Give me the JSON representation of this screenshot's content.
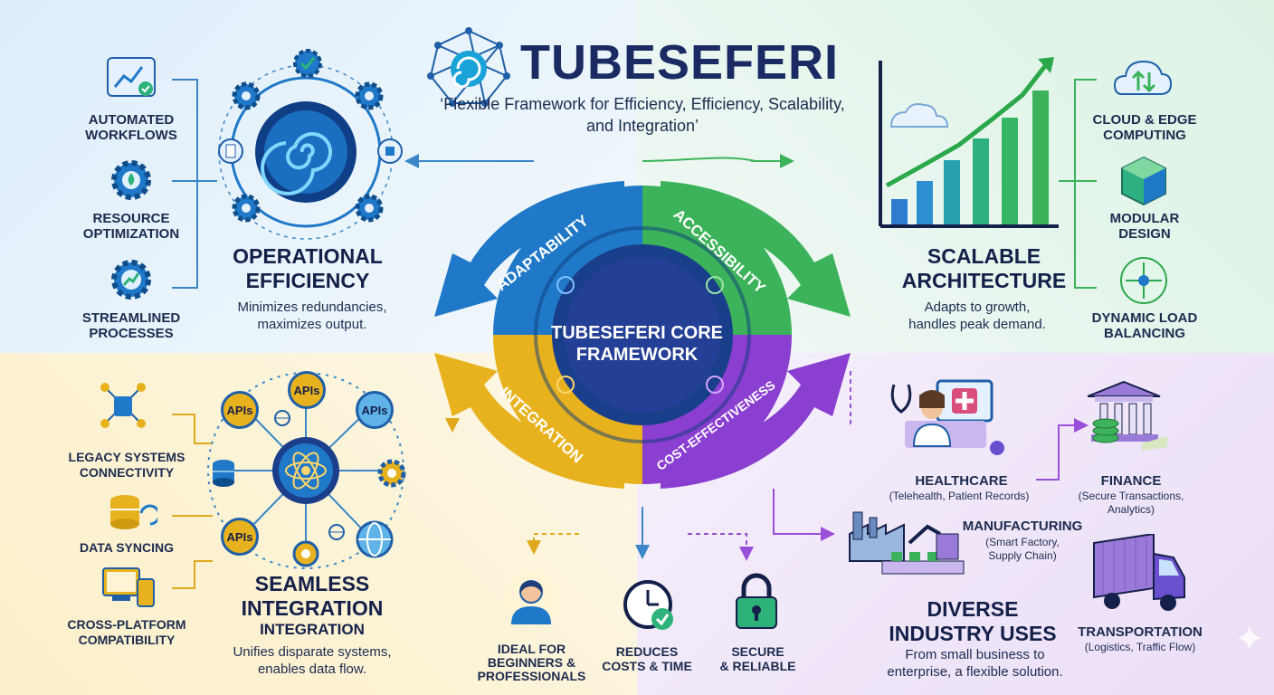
{
  "header": {
    "title": "TUBESEFERI",
    "subtitle": "‘Flexible Framework for Efficiency, Efficiency, Scalability, and Integration’"
  },
  "core": {
    "label": "TUBESEFERI CORE FRAMEWORK",
    "ring_labels": [
      "ADAPTABILITY",
      "ACCESSIBILITY",
      "INTEGRATION",
      "COST-EFFECTIVENESS"
    ]
  },
  "operational": {
    "title_1": "OPERATIONAL",
    "title_2": "EFFICIENCY",
    "desc_1": "Minimizes redundancies,",
    "desc_2": "maximizes output.",
    "items": [
      {
        "line1": "AUTOMATED",
        "line2": "WORKFLOWS"
      },
      {
        "line1": "RESOURCE",
        "line2": "OPTIMIZATION"
      },
      {
        "line1": "STREAMLINED",
        "line2": "PROCESSES"
      }
    ]
  },
  "scalable": {
    "title_1": "SCALABLE",
    "title_2": "ARCHITECTURE",
    "desc_1": "Adapts to growth,",
    "desc_2": "handles peak demand.",
    "items": [
      {
        "line1": "CLOUD & EDGE",
        "line2": "COMPUTING"
      },
      {
        "line1": "MODULAR",
        "line2": "DESIGN"
      },
      {
        "line1": "DYNAMIC LOAD",
        "line2": "BALANCING"
      }
    ]
  },
  "integration": {
    "title_1": "SEAMLESS",
    "title_2": "INTEGRATION",
    "title_3": "INTEGRATION",
    "desc_1": "Unifies disparate systems,",
    "desc_2": "enables data flow.",
    "api_label": "APIs",
    "items": [
      {
        "line1": "LEGACY SYSTEMS",
        "line2": "CONNECTIVITY"
      },
      {
        "line1": "DATA SYNCING",
        "line2": ""
      },
      {
        "line1": "CROSS-PLATFORM",
        "line2": "COMPATIBILITY"
      }
    ]
  },
  "benefits": [
    {
      "line1": "IDEAL FOR",
      "line2": "BEGINNERS &",
      "line3": "PROFESSIONALS"
    },
    {
      "line1": "REDUCES",
      "line2": "COSTS & TIME"
    },
    {
      "line1": "SECURE",
      "line2": "& RELIABLE"
    }
  ],
  "industry": {
    "title_1": "DIVERSE",
    "title_2": "INDUSTRY USES",
    "desc_1": "From small business to",
    "desc_2": "enterprise, a flexible solution.",
    "items": [
      {
        "name": "HEALTHCARE",
        "detail_1": "(Telehealth, Patient Records)"
      },
      {
        "name": "FINANCE",
        "detail_1": "(Secure Transactions,",
        "detail_2": "Analytics)"
      },
      {
        "name": "MANUFACTURING",
        "detail_1": "(Smart Factory,",
        "detail_2": "Supply Chain)"
      },
      {
        "name": "TRANSPORTATION",
        "detail_1": "(Logistics, Traffic Flow)"
      }
    ]
  },
  "colors": {
    "blue": "#1f78c8",
    "green": "#3cb35a",
    "yellow": "#e8b21e",
    "purple": "#8a3fd0",
    "navy": "#15204a"
  }
}
